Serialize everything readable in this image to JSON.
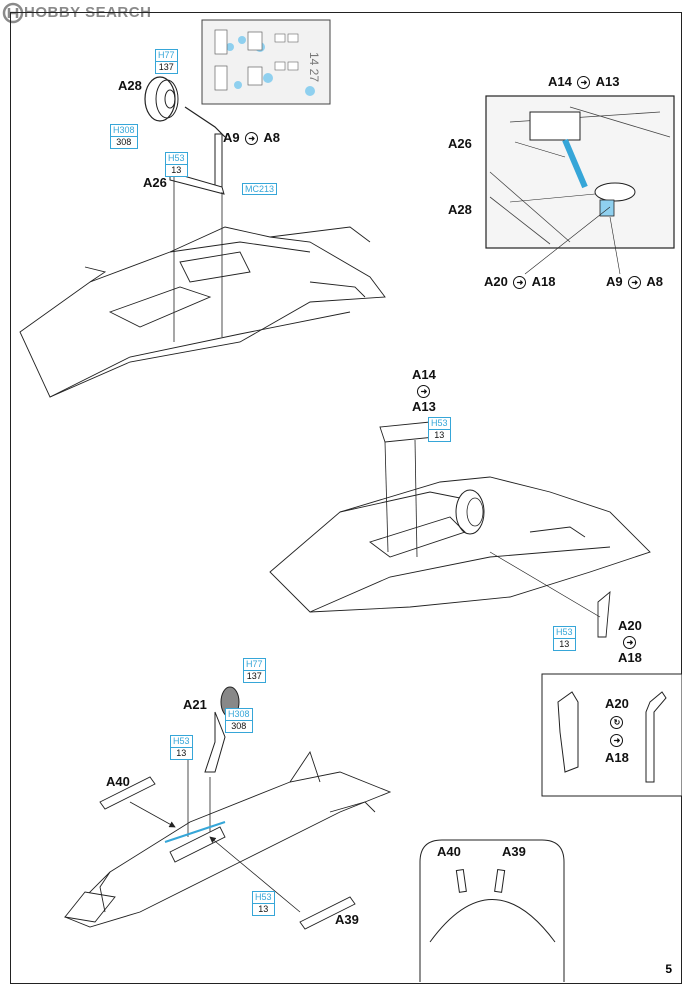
{
  "watermark": {
    "brand": "HOBBY SEARCH",
    "logo_mark": "(H)"
  },
  "page_number": "5",
  "labels": {
    "a28_top": "A28",
    "a9": "A9",
    "a8": "A8",
    "a26_top": "A26",
    "a14_inset": "A14",
    "a13_inset": "A13",
    "a26_inset": "A26",
    "a28_inset": "A28",
    "a20_inset": "A20",
    "a18_inset": "A18",
    "a9_inset": "A9",
    "a8_inset": "A8",
    "a14_mid": "A14",
    "a13_mid": "A13",
    "a20_mid": "A20",
    "a18_mid": "A18",
    "a21": "A21",
    "a40": "A40",
    "a39": "A39",
    "a20_box": "A20",
    "a18_box": "A18",
    "a40_detail": "A40",
    "a39_detail": "A39"
  },
  "paint_callouts": [
    {
      "code": "H77",
      "num": "137"
    },
    {
      "code": "H308",
      "num": "308"
    },
    {
      "code": "H53",
      "num": "13"
    },
    {
      "code": "H53",
      "num": "13"
    },
    {
      "code": "H53",
      "num": "13"
    },
    {
      "code": "H77",
      "num": "137"
    },
    {
      "code": "H308",
      "num": "308"
    },
    {
      "code": "H53",
      "num": "13"
    },
    {
      "code": "H53",
      "num": "13"
    }
  ],
  "metal_code": "MC213",
  "mask_sheet_text": "14 27",
  "colors": {
    "callout": "#36a6d8",
    "line": "#222222",
    "inset_bg": "#efefef"
  }
}
